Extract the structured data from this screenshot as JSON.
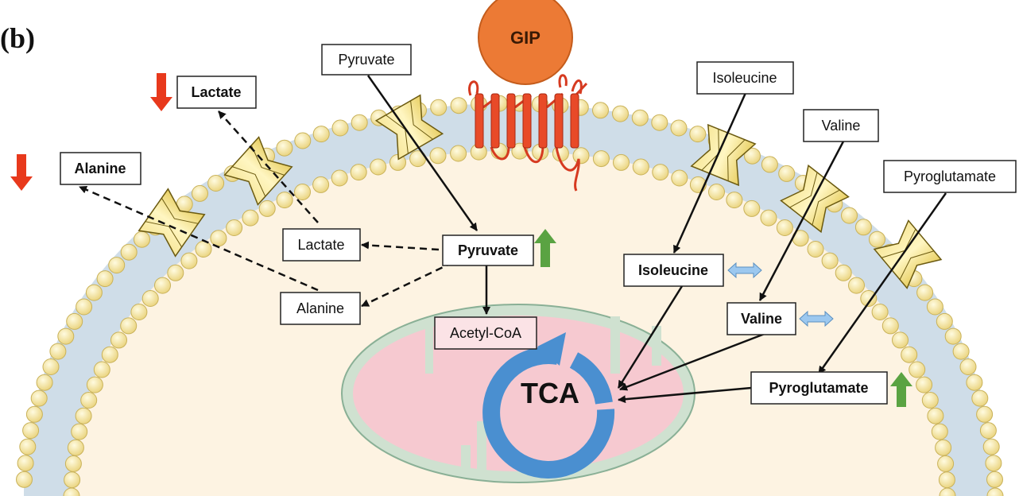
{
  "panel_label": "(b)",
  "receptor": {
    "label": "GIP"
  },
  "extracellular": {
    "pyruvate": "Pyruvate",
    "lactate": "Lactate",
    "alanine": "Alanine",
    "isoleucine": "Isoleucine",
    "valine": "Valine",
    "pyroglutamate": "Pyroglutamate"
  },
  "intracellular": {
    "pyruvate": "Pyruvate",
    "lactate": "Lactate",
    "alanine": "Alanine",
    "isoleucine": "Isoleucine",
    "valine": "Valine",
    "pyroglutamate": "Pyroglutamate"
  },
  "mitochondrion": {
    "acetyl_coa": "Acetyl-CoA",
    "cycle": "TCA"
  },
  "colors": {
    "decrease": "#e8391c",
    "increase": "#5aa342",
    "unchanged": "#9cc8ef",
    "cytoplasm": "#fdf3e2",
    "membrane_head": "#f6e6a0",
    "mito_matrix": "#f6c9d0",
    "tca_cycle": "#4a8fd0",
    "gip": "#ec7a35"
  }
}
